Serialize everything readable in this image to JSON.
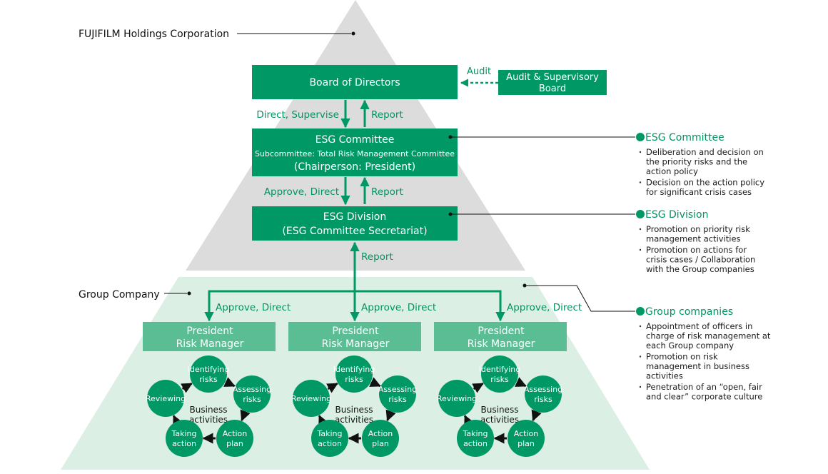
{
  "pyramid": {
    "corp_label": "FUJIFILM Holdings Corporation",
    "group_label": "Group Company"
  },
  "board": {
    "label": "Board of Directors"
  },
  "audit": {
    "arrow_label": "Audit",
    "box_line1": "Audit & Supervisory",
    "box_line2": "Board"
  },
  "esg_committee": {
    "line1": "ESG Committee",
    "line2": "Subcommittee: Total Risk Management Committee",
    "line3": "(Chairperson: President)"
  },
  "esg_division": {
    "line1": "ESG Division",
    "line2": "(ESG Committee Secretariat)"
  },
  "flows": {
    "direct_supervise": "Direct, Supervise",
    "report": "Report",
    "approve_direct": "Approve, Direct"
  },
  "units": [
    {
      "line1": "President",
      "line2": "Risk Manager",
      "center": [
        "Business",
        "activities"
      ],
      "cycle": [
        [
          "Identifying",
          "risks"
        ],
        [
          "Assessing",
          "risks"
        ],
        [
          "Action",
          "plan"
        ],
        [
          "Taking",
          "action"
        ],
        [
          "Reviewing"
        ]
      ]
    },
    {
      "line1": "President",
      "line2": "Risk Manager",
      "center": [
        "Business",
        "activities"
      ],
      "cycle": [
        [
          "Identifying",
          "risks"
        ],
        [
          "Assessing",
          "risks"
        ],
        [
          "Action",
          "plan"
        ],
        [
          "Taking",
          "action"
        ],
        [
          "Reviewing"
        ]
      ]
    },
    {
      "line1": "President",
      "line2": "Risk Manager",
      "center": [
        "Business",
        "activities"
      ],
      "cycle": [
        [
          "Identifying",
          "risks"
        ],
        [
          "Assessing",
          "risks"
        ],
        [
          "Action",
          "plan"
        ],
        [
          "Taking",
          "action"
        ],
        [
          "Reviewing"
        ]
      ]
    }
  ],
  "side_notes": [
    {
      "title": "ESG Committee",
      "items": [
        [
          "Deliberation and decision on",
          "the priority risks and the",
          "action policy"
        ],
        [
          "Decision on the action policy",
          "for significant crisis cases"
        ]
      ]
    },
    {
      "title": "ESG Division",
      "items": [
        [
          "Promotion on priority risk",
          "management activities"
        ],
        [
          "Promotion on actions for",
          "crisis cases / Collaboration",
          "with the Group companies"
        ]
      ]
    },
    {
      "title": "Group companies",
      "items": [
        [
          "Appointment of officers in",
          "charge of risk management at",
          "each Group company"
        ],
        [
          "Promotion on risk",
          "management in business",
          "activities"
        ],
        [
          "Penetration of an “open, fair",
          "and clear” corporate culture"
        ]
      ]
    }
  ],
  "colors": {
    "green_dark": "#009966",
    "green_mid": "#5bbd93",
    "green_light": "#dcefe4",
    "gray_pyramid": "#dcdcdc",
    "accent_text": "#00955e"
  }
}
